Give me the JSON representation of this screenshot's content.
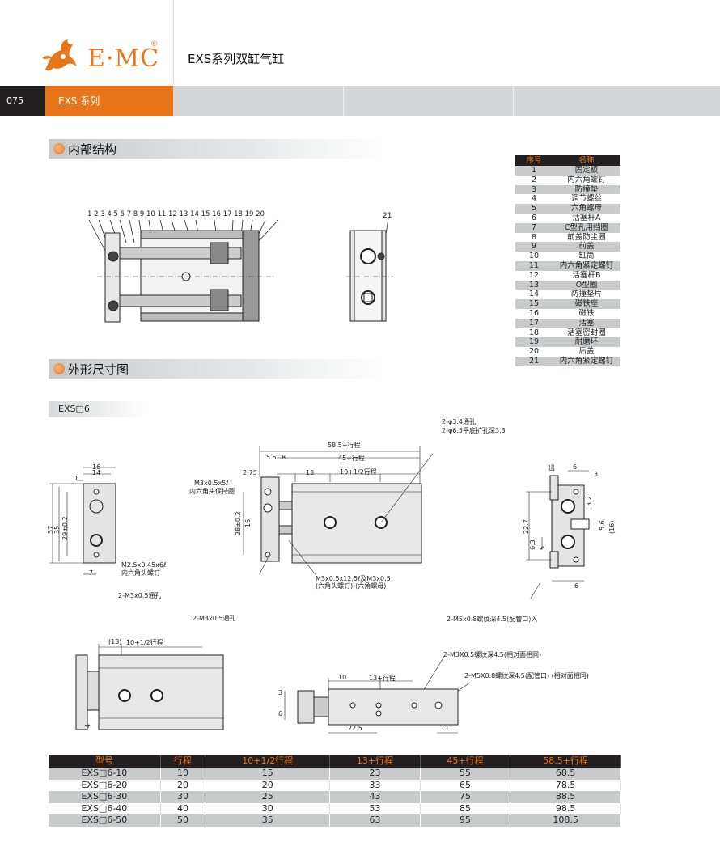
{
  "header": {
    "brand": "E·MC",
    "reg_mark": "®",
    "title": "EXS系列双缸气缸"
  },
  "bar": {
    "page_number": "075",
    "series_label": "EXS 系列"
  },
  "sections": {
    "internal": "内部结构",
    "external": "外形尺寸图",
    "model_label": "EXS□6"
  },
  "parts_table": {
    "headers": [
      "序号",
      "名称"
    ],
    "rows": [
      [
        "1",
        "固定板"
      ],
      [
        "2",
        "内六角螺钉"
      ],
      [
        "3",
        "防撞垫"
      ],
      [
        "4",
        "调节螺丝"
      ],
      [
        "5",
        "六角螺母"
      ],
      [
        "6",
        "活塞杆A"
      ],
      [
        "7",
        "C型孔用挡圈"
      ],
      [
        "8",
        "前盖防尘圈"
      ],
      [
        "9",
        "前盖"
      ],
      [
        "10",
        "缸筒"
      ],
      [
        "11",
        "内六角紧定螺钉"
      ],
      [
        "12",
        "活塞杆B"
      ],
      [
        "13",
        "O型圈"
      ],
      [
        "14",
        "防撞垫片"
      ],
      [
        "15",
        "磁铁座"
      ],
      [
        "16",
        "磁铁"
      ],
      [
        "17",
        "活塞"
      ],
      [
        "18",
        "活塞密封圈"
      ],
      [
        "19",
        "耐磨环"
      ],
      [
        "20",
        "后盖"
      ],
      [
        "21",
        "内六角紧定螺钉"
      ]
    ]
  },
  "drawing_labels": {
    "part_numbers": "1 2  3 4 5 6 7 8 9 10 11 12 13 14  15   16 17 18  19  20",
    "part_21": "21",
    "front_16": "16",
    "front_14": "14",
    "front_1": "1",
    "front_37": "37",
    "front_35": "35",
    "front_29": "29±0.2",
    "front_7": "7",
    "front_thread": "M2.5x0.45x6ℓ",
    "front_thread2": "内六角头螺钉",
    "front_port": "2-M3x0.5通孔",
    "side_total": "58.5+行程",
    "side_55": "5.5",
    "side_8": "8",
    "side_45": "45+行程",
    "side_275": "2.75",
    "side_13": "13",
    "side_10half": "10+1/2行程",
    "side_m3": "M3x0.5x5ℓ",
    "side_m3b": "内六角头保持圈",
    "side_28": "28±0.2",
    "side_16": "16",
    "side_note1": "2-φ3.4通孔",
    "side_note2": "2-φ6.5平底扩孔深3.3",
    "side_m3c": "M3x0.5x12.5ℓ及M3x0.5",
    "side_m3d": "(六角头螺钉)-(六角螺母)",
    "side_port": "2-M3x0.5通孔",
    "right_out": "出",
    "right_6": "6",
    "right_3": "3",
    "right_32": "3.2",
    "right_227": "22.7",
    "right_56": "5.6",
    "right_16": "(16)",
    "right_63": "6.3",
    "right_5": "5",
    "right_6b": "6",
    "right_port": "2-M5x0.8螺纹深4.5(配管口)入",
    "bl_13": "(13)",
    "bl_10": "10+1/2行程",
    "bl_4": "4",
    "br_m3": "2-M3X0.5螺纹深4.5(相对面相同)",
    "br_m5": "2-M5X0.8螺纹深4.5(配管口) (相对面相同)",
    "br_10": "10",
    "br_13": "13+行程",
    "br_3": "3",
    "br_6": "6",
    "br_225": "22.5",
    "br_11": "11"
  },
  "dims_table": {
    "headers": [
      "型号",
      "行程",
      "10+1/2行程",
      "13+行程",
      "45+行程",
      "58.5+行程"
    ],
    "rows": [
      [
        "EXS□6-10",
        "10",
        "15",
        "23",
        "55",
        "68.5"
      ],
      [
        "EXS□6-20",
        "20",
        "20",
        "33",
        "65",
        "78.5"
      ],
      [
        "EXS□6-30",
        "30",
        "25",
        "43",
        "75",
        "88.5"
      ],
      [
        "EXS□6-40",
        "40",
        "30",
        "53",
        "85",
        "98.5"
      ],
      [
        "EXS□6-50",
        "50",
        "35",
        "63",
        "95",
        "108.5"
      ]
    ]
  },
  "colors": {
    "accent": "#e8751a",
    "dark": "#231f20",
    "band": "#c9cacb"
  }
}
